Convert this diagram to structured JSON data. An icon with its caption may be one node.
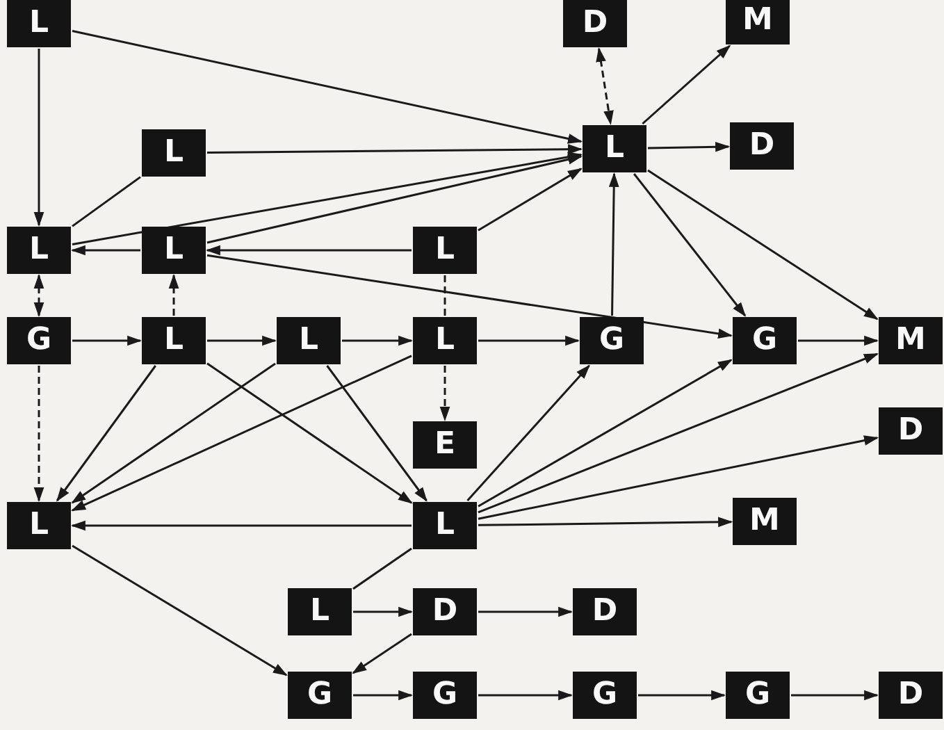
{
  "diagram": {
    "nodes": [
      {
        "text": [
          "L"
        ]
      },
      {
        "text": [
          "D"
        ]
      },
      {
        "text": [
          "M"
        ]
      },
      {
        "text": [
          "L"
        ]
      },
      {
        "text": [
          "L"
        ]
      },
      {
        "text": [
          "D"
        ]
      },
      {
        "text": [
          "L"
        ]
      },
      {
        "text": [
          "L"
        ]
      },
      {
        "text": [
          "L"
        ]
      },
      {
        "text": [
          "G"
        ]
      },
      {
        "text": [
          "L"
        ]
      },
      {
        "text": [
          "L"
        ]
      },
      {
        "text": [
          "L"
        ]
      },
      {
        "text": [
          "G"
        ]
      },
      {
        "text": [
          "G"
        ]
      },
      {
        "text": [
          "M"
        ]
      },
      {
        "text": [
          "E"
        ]
      },
      {
        "text": [
          "D"
        ]
      },
      {
        "text": [
          "L"
        ]
      },
      {
        "text": [
          "L"
        ]
      },
      {
        "text": [
          "M"
        ]
      },
      {
        "text": [
          "L"
        ]
      },
      {
        "text": [
          "D"
        ]
      },
      {
        "text": [
          "D"
        ]
      },
      {
        "text": [
          "G"
        ]
      },
      {
        "text": [
          "G"
        ]
      },
      {
        "text": [
          "G"
        ]
      },
      {
        "text": [
          "G"
        ]
      },
      {
        "text": [
          "D"
        ]
      }
    ],
    "edges": [
      {
        "from": 0,
        "to": 6,
        "arrow": "to"
      },
      {
        "from": 0,
        "to": 4,
        "arrow": "to"
      },
      {
        "from": 1,
        "to": 4,
        "arrow": "both",
        "style": "dashed"
      },
      {
        "from": 4,
        "to": 2,
        "arrow": "to"
      },
      {
        "from": 4,
        "to": 5,
        "arrow": "to"
      },
      {
        "from": 3,
        "to": 4,
        "arrow": "to"
      },
      {
        "from": 6,
        "to": 3,
        "arrow": "none"
      },
      {
        "from": 6,
        "to": 4,
        "arrow": "to"
      },
      {
        "from": 7,
        "to": 4,
        "arrow": "to"
      },
      {
        "from": 8,
        "to": 4,
        "arrow": "to"
      },
      {
        "from": 7,
        "to": 6,
        "arrow": "to"
      },
      {
        "from": 8,
        "to": 7,
        "arrow": "to"
      },
      {
        "from": 7,
        "to": 14,
        "arrow": "to"
      },
      {
        "from": 4,
        "to": 14,
        "arrow": "to"
      },
      {
        "from": 4,
        "to": 15,
        "arrow": "to"
      },
      {
        "from": 13,
        "to": 4,
        "arrow": "to"
      },
      {
        "from": 6,
        "to": 9,
        "arrow": "both",
        "style": "dashed"
      },
      {
        "from": 10,
        "to": 7,
        "arrow": "to",
        "style": "dashed"
      },
      {
        "from": 8,
        "to": 12,
        "arrow": "none",
        "style": "dashed"
      },
      {
        "from": 12,
        "to": 16,
        "arrow": "to",
        "style": "dashed"
      },
      {
        "from": 9,
        "to": 10,
        "arrow": "to"
      },
      {
        "from": 10,
        "to": 11,
        "arrow": "to"
      },
      {
        "from": 11,
        "to": 12,
        "arrow": "to"
      },
      {
        "from": 12,
        "to": 13,
        "arrow": "to"
      },
      {
        "from": 14,
        "to": 15,
        "arrow": "to"
      },
      {
        "from": 9,
        "to": 18,
        "arrow": "to",
        "style": "dashed"
      },
      {
        "from": 10,
        "to": 18,
        "arrow": "to"
      },
      {
        "from": 11,
        "to": 18,
        "arrow": "to"
      },
      {
        "from": 12,
        "to": 18,
        "arrow": "to"
      },
      {
        "from": 19,
        "to": 18,
        "arrow": "to"
      },
      {
        "from": 10,
        "to": 19,
        "arrow": "to"
      },
      {
        "from": 11,
        "to": 19,
        "arrow": "to"
      },
      {
        "from": 19,
        "to": 13,
        "arrow": "to"
      },
      {
        "from": 19,
        "to": 14,
        "arrow": "to"
      },
      {
        "from": 19,
        "to": 15,
        "arrow": "to"
      },
      {
        "from": 19,
        "to": 17,
        "arrow": "to"
      },
      {
        "from": 19,
        "to": 20,
        "arrow": "to"
      },
      {
        "from": 21,
        "to": 19,
        "arrow": "none"
      },
      {
        "from": 21,
        "to": 22,
        "arrow": "to"
      },
      {
        "from": 22,
        "to": 23,
        "arrow": "to"
      },
      {
        "from": 22,
        "to": 24,
        "arrow": "to"
      },
      {
        "from": 18,
        "to": 24,
        "arrow": "to"
      },
      {
        "from": 24,
        "to": 25,
        "arrow": "to"
      },
      {
        "from": 25,
        "to": 26,
        "arrow": "to"
      },
      {
        "from": 26,
        "to": 27,
        "arrow": "to"
      },
      {
        "from": 27,
        "to": 28,
        "arrow": "to"
      }
    ]
  }
}
